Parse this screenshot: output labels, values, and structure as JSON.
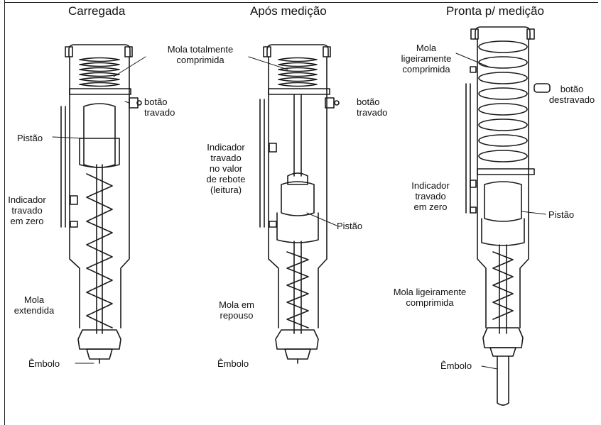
{
  "titles": {
    "loaded": "Carregada",
    "after": "Após medição",
    "ready": "Pronta p/ medição"
  },
  "labels": {
    "spring_full": "Mola totalmente\ncomprimida",
    "button_locked_1": "botão\ntravado",
    "piston_1": "Pistão",
    "indicator_zero_1": "Indicador\ntravado\nem zero",
    "spring_extended": "Mola\nextendida",
    "plunger_1": "Êmbolo",
    "button_locked_2": "botão\ntravado",
    "indicator_rebound": "Indicador\ntravado\nno valor\nde rebote\n(leitura)",
    "piston_2": "Pistão",
    "spring_rest": "Mola em\nrepouso",
    "plunger_2": "Êmbolo",
    "spring_slight_top": "Mola\nligeiramente\ncomprimida",
    "button_unlocked": "botão\ndestravado",
    "indicator_zero_3": "Indicador\ntravado\nem zero",
    "piston_3": "Pistão",
    "spring_slight_bottom": "Mola ligeiramente\ncomprimida",
    "plunger_3": "Êmbolo"
  }
}
